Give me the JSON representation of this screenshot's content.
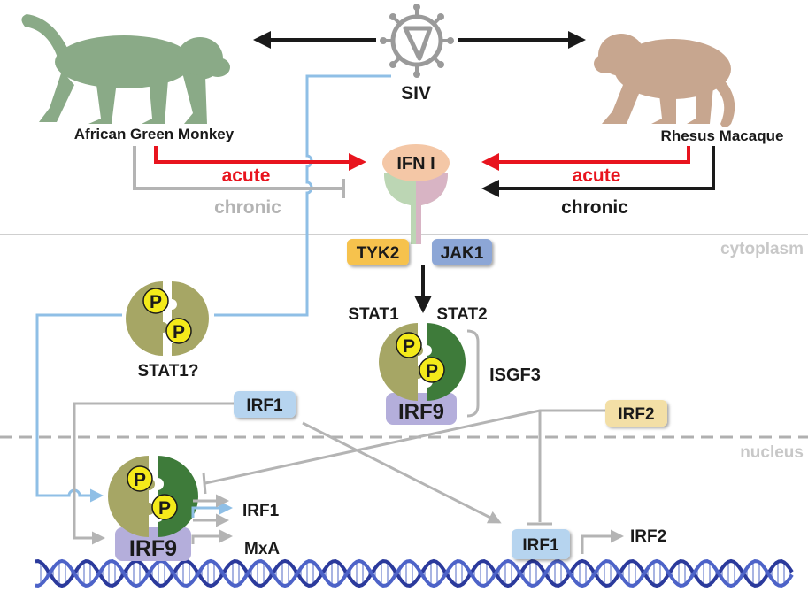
{
  "species": {
    "left_name": "African Green Monkey",
    "right_name": "Rhesus Macaque",
    "virus_name": "SIV"
  },
  "interferon": {
    "ligand": "IFN I",
    "left_acute": "acute",
    "left_chronic": "chronic",
    "right_acute": "acute",
    "right_chronic": "chronic"
  },
  "compartments": {
    "cytoplasm": "cytoplasm",
    "nucleus": "nucleus"
  },
  "kinases": {
    "tyk2": "TYK2",
    "jak1": "JAK1"
  },
  "complexes": {
    "stat1_label": "STAT1",
    "stat2_label": "STAT2",
    "isgf3": "ISGF3",
    "irf9_cyto": "IRF9",
    "irf9_nuc": "IRF9",
    "stat1_dimer": "STAT1?",
    "phospho": "P"
  },
  "genes": {
    "irf1_box_cyto": "IRF1",
    "irf2_box": "IRF2",
    "irf1_box_nuc": "IRF1",
    "irf1_target": "IRF1",
    "mxa_target": "MxA",
    "irf2_target": "IRF2"
  },
  "colors": {
    "activation": "#e8141e",
    "arrow": "#1a1a1a",
    "inhibit": "#b4b4b4",
    "blue_path": "#8fbfe6",
    "olive": "#a6a665",
    "dark_green": "#3e7b3a",
    "irf9": "#b4aedb",
    "phospho_yellow": "#f4ea1a",
    "tyk2": "#f6c24e",
    "jak1": "#8ca6d6",
    "ifn": "#f4c7a6",
    "irf1_box": "#b6d4ef",
    "irf2_box": "#f3dfa6",
    "agm_monkey": "#8aaa87",
    "rhesus_monkey": "#c7a68f"
  }
}
